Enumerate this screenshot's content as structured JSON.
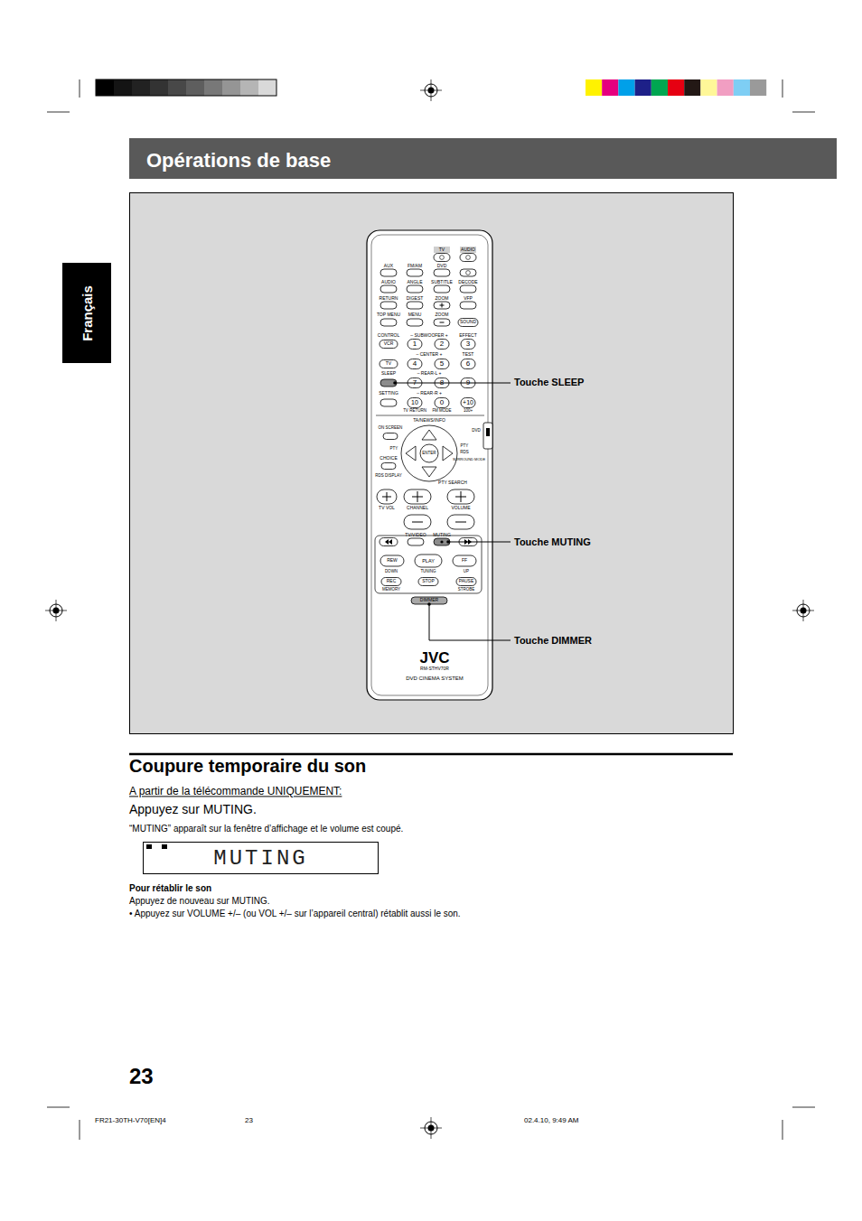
{
  "diagram": {
    "title": "Opérations de base",
    "nodes": [
      {
        "text": [
          "Français"
        ]
      },
      {
        "text": [
          "MUTING"
        ]
      }
    ],
    "labels": [
      "Coupure temporaire du son",
      "A partir de la télécommande UNIQUEMENT:",
      "Appuyez sur MUTING.",
      "“MUTING” apparaît sur la fenêtre d’affichage et le volume est coupé.",
      "Pour rétablir le son",
      "Appuyez de nouveau sur MUTING.",
      "• Appuyez sur VOLUME +/– (ou VOL +/– sur l’appareil central) rétablit aussi le son.",
      "23",
      "FR21-30TH-V70[EN]4",
      "23",
      "02.4.10, 9:49 AM",
      "Touche SLEEP",
      "Touche MUTING",
      "Touche DIMMER",
      "TV",
      "AUDIO",
      "AUX",
      "FM/AM",
      "DVD",
      "AUDIO",
      "ANGLE",
      "SUBTITLE",
      "DECODE",
      "RETURN",
      "DIGEST",
      "ZOOM",
      "VFP",
      "TOP MENU",
      "MENU",
      "ZOOM",
      "SOUND",
      "CONTROL",
      "– SUBWOOFER +",
      "EFFECT",
      "VCR",
      "1",
      "2",
      "3",
      "– CENTER +",
      "TEST",
      "TV",
      "4",
      "5",
      "6",
      "SLEEP",
      "– REAR-L +",
      "7",
      "8",
      "9",
      "SETTING",
      "– REAR-R +",
      "10",
      "0",
      "+10",
      "TV RETURN",
      "FM MODE",
      "100+",
      "ON SCREEN",
      "TA/NEWS/INFO",
      "PTY",
      "ENTER",
      "PTY",
      "RDS",
      "SURROUND MODE",
      "CHOICE",
      "RDS DISPLAY",
      "PTY SEARCH",
      "DVD",
      "TV VOL",
      "CHANNEL",
      "VOLUME",
      "TV/VIDEO",
      "MUTING",
      "REW",
      "PLAY",
      "FF",
      "DOWN",
      "TUNING",
      "UP",
      "REC",
      "STOP",
      "PAUSE",
      "MEMORY",
      "STROBE",
      "DIMMER",
      "JVC",
      "RM-STHV70R",
      "DVD CINEMA SYSTEM"
    ]
  }
}
